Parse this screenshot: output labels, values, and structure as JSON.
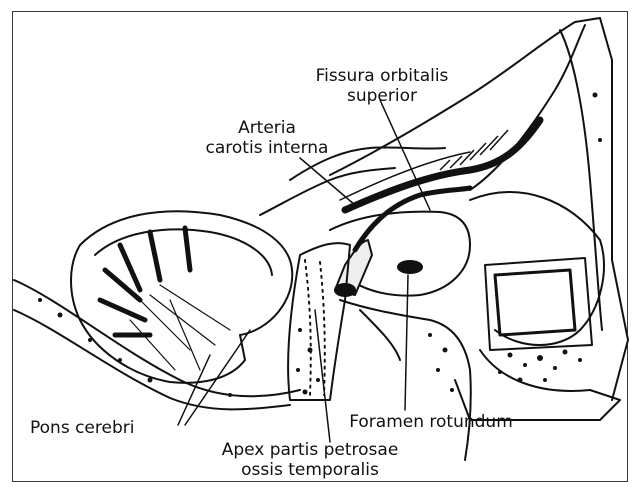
{
  "labels": {
    "fissura": [
      "Fissura orbitalis",
      "superior"
    ],
    "arteria": [
      "Arteria",
      "carotis interna"
    ],
    "pons": [
      "Pons cerebri"
    ],
    "foramen": [
      "Foramen rotundum"
    ],
    "apex": [
      "Apex partis petrosae",
      "ossis temporalis"
    ]
  },
  "colors": {
    "ink": "#111111",
    "background": "#ffffff"
  }
}
